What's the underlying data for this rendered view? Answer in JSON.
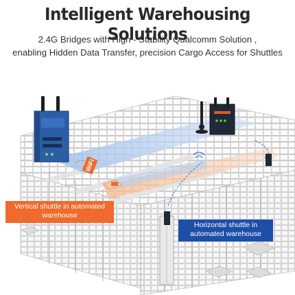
{
  "header": {
    "title": "Intelligent Warehousing Solutions",
    "subtitle_line1": "2.4G Bridges with High - Stability Qualcomm Solution ,",
    "subtitle_line2": "enabling Hidden Data Transfer, precision Cargo Access for Shuttles"
  },
  "labels": {
    "wifi": "WiFi",
    "vertical_shuttle_line1": "Vertical shuttle in automated",
    "vertical_shuttle_line2": "warehouse",
    "horizontal_shuttle_line1": "Horizontal shuttle in",
    "horizontal_shuttle_line2": "automated warehouse"
  },
  "colors": {
    "accent_orange": "#ef6a2c",
    "accent_blue": "#1d4fa8",
    "router_body": "#2c5da8",
    "bridge_body": "#1e2a36",
    "wifi_beam": "#a9c6ee"
  },
  "icons": [
    "din-rail-router-icon",
    "desktop-router-icon",
    "wifi-signal-icon",
    "shuttle-device-icon"
  ]
}
